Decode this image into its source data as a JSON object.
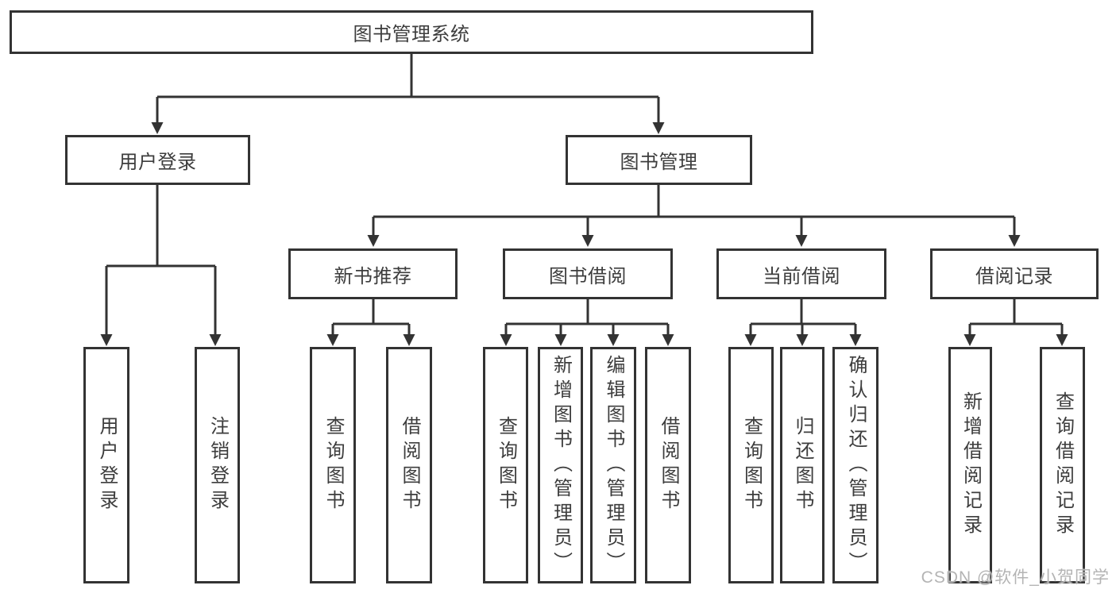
{
  "diagram_title": "图书管理系统",
  "nodes": {
    "root": "图书管理系统",
    "user_login": "用户登录",
    "book_mgmt": "图书管理",
    "new_book_rec": "新书推荐",
    "book_borrow": "图书借阅",
    "current_borrow": "当前借阅",
    "borrow_record": "借阅记录",
    "ul_user_login": "用户登录",
    "ul_logout": "注销登录",
    "nb_query_book": "查询图书",
    "nb_borrow_book": "借阅图书",
    "bb_query_book": "查询图书",
    "bb_add_book": "新增图书（管理员）",
    "bb_edit_book": "编辑图书（管理员）",
    "bb_borrow_book": "借阅图书",
    "cb_query_book": "查询图书",
    "cb_return_book": "归还图书",
    "cb_confirm_return": "确认归还（管理员）",
    "br_add_record": "新增借阅记录",
    "br_query_record": "查询借阅记录"
  },
  "structure": [
    {
      "parent": "图书管理系统",
      "children": [
        "用户登录",
        "图书管理"
      ]
    },
    {
      "parent": "用户登录",
      "children": [
        "用户登录",
        "注销登录"
      ]
    },
    {
      "parent": "图书管理",
      "children": [
        "新书推荐",
        "图书借阅",
        "当前借阅",
        "借阅记录"
      ]
    },
    {
      "parent": "新书推荐",
      "children": [
        "查询图书",
        "借阅图书"
      ]
    },
    {
      "parent": "图书借阅",
      "children": [
        "查询图书",
        "新增图书（管理员）",
        "编辑图书（管理员）",
        "借阅图书"
      ]
    },
    {
      "parent": "当前借阅",
      "children": [
        "查询图书",
        "归还图书",
        "确认归还（管理员）"
      ]
    },
    {
      "parent": "借阅记录",
      "children": [
        "新增借阅记录",
        "查询借阅记录"
      ]
    }
  ],
  "watermark": "CSDN @软件_小贺同学",
  "colors": {
    "line": "#333333",
    "text": "#3d3d3d",
    "watermark": "#b4b4b4",
    "background": "#ffffff"
  }
}
